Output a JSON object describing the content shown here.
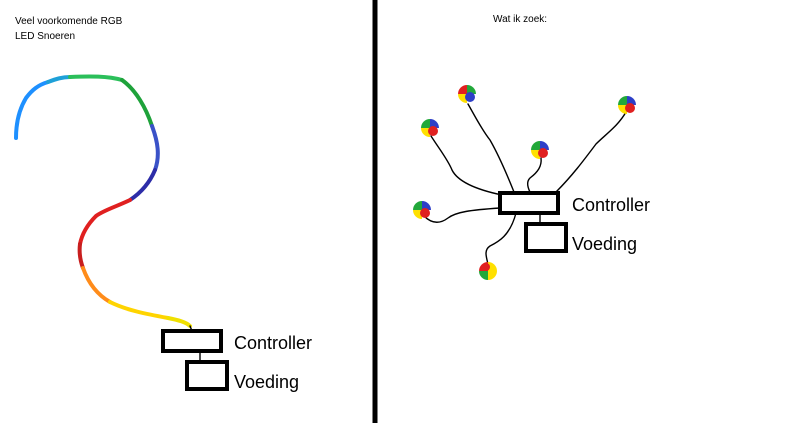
{
  "left_panel": {
    "heading_line1": "Veel voorkomende RGB",
    "heading_line2": "LED Snoeren",
    "controller_label": "Controller",
    "power_label": "Voeding"
  },
  "right_panel": {
    "heading": "Wat ik zoek:",
    "controller_label": "Controller",
    "power_label": "Voeding"
  },
  "colors": {
    "divider": "#000000",
    "strip": [
      "#1e90ff",
      "#1ea0d8",
      "#2bbf5a",
      "#1ea23a",
      "#3a52c8",
      "#2d2da8",
      "#e02020",
      "#c81e1e",
      "#ff8c1a",
      "#ffd400",
      "#f0e000"
    ],
    "led_red": "#e02020",
    "led_yellow": "#ffe000",
    "led_green": "#22a83a",
    "led_blue": "#2d3fc8"
  },
  "icons": {
    "led": "rgb-led-icon"
  }
}
